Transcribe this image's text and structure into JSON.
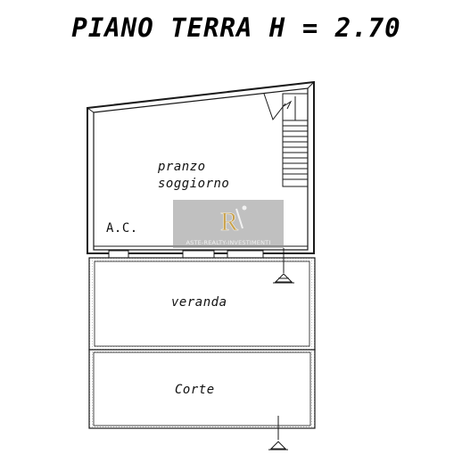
{
  "title": "PIANO TERRA H = 2.70",
  "rooms": {
    "living_line1": "pranzo",
    "living_line2": "soggiorno",
    "closet": "A.C.",
    "veranda": "veranda",
    "courtyard": "Corte"
  },
  "watermark": {
    "brand_text": "ASTE-REALTY-INVESTIMENTI",
    "logo_letters": "RI"
  },
  "colors": {
    "line": "#1a1a1a",
    "watermark_bg": "#8c8c8c",
    "logo_gold": "#c9a14a"
  }
}
